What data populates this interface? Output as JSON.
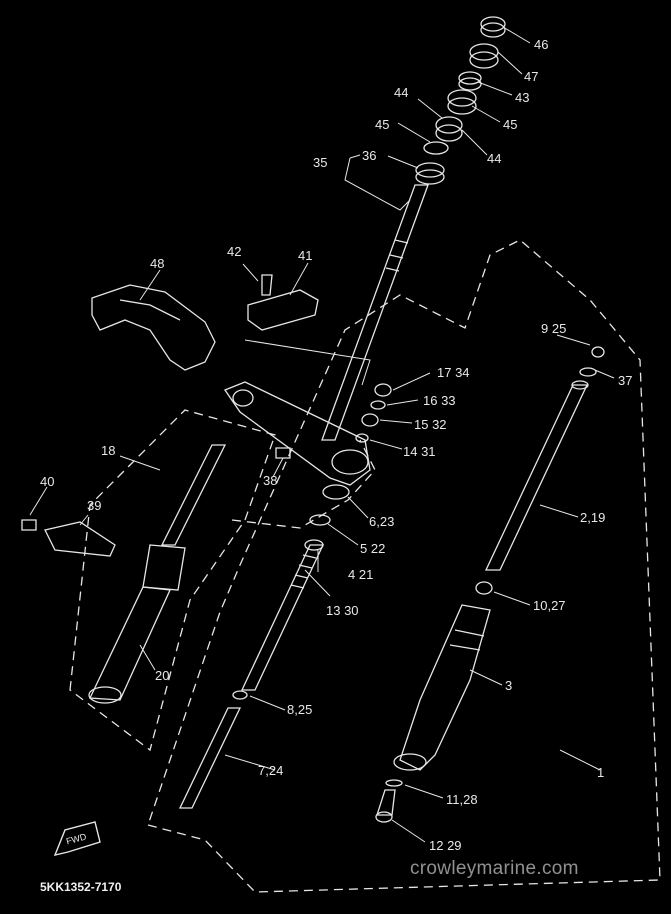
{
  "diagram": {
    "labels": [
      {
        "id": "46",
        "text": "46"
      },
      {
        "id": "47",
        "text": "47"
      },
      {
        "id": "43",
        "text": "43"
      },
      {
        "id": "45a",
        "text": "45"
      },
      {
        "id": "44a",
        "text": "44"
      },
      {
        "id": "44b",
        "text": "44"
      },
      {
        "id": "45b",
        "text": "45"
      },
      {
        "id": "35",
        "text": "35"
      },
      {
        "id": "36",
        "text": "36"
      },
      {
        "id": "42",
        "text": "42"
      },
      {
        "id": "41",
        "text": "41"
      },
      {
        "id": "48",
        "text": "48"
      },
      {
        "id": "925",
        "text": "9 25"
      },
      {
        "id": "37",
        "text": "37"
      },
      {
        "id": "1734",
        "text": "17 34"
      },
      {
        "id": "1633",
        "text": "16 33"
      },
      {
        "id": "1532",
        "text": "15 32"
      },
      {
        "id": "1431",
        "text": "14 31"
      },
      {
        "id": "18",
        "text": "18"
      },
      {
        "id": "38",
        "text": "38"
      },
      {
        "id": "40",
        "text": "40"
      },
      {
        "id": "39",
        "text": "39"
      },
      {
        "id": "623",
        "text": "6,23"
      },
      {
        "id": "522",
        "text": "5 22"
      },
      {
        "id": "219",
        "text": "2,19"
      },
      {
        "id": "421",
        "text": "4 21"
      },
      {
        "id": "1330",
        "text": "13 30"
      },
      {
        "id": "1027",
        "text": "10,27"
      },
      {
        "id": "20",
        "text": "20"
      },
      {
        "id": "3",
        "text": "3"
      },
      {
        "id": "825",
        "text": "8,25"
      },
      {
        "id": "724",
        "text": "7,24"
      },
      {
        "id": "1",
        "text": "1"
      },
      {
        "id": "1128",
        "text": "11,28"
      },
      {
        "id": "1229",
        "text": "12 29"
      }
    ],
    "fwd_mark": "FWD",
    "part_code": "5KK1352-7170",
    "watermark": "crowleymarine.com"
  }
}
